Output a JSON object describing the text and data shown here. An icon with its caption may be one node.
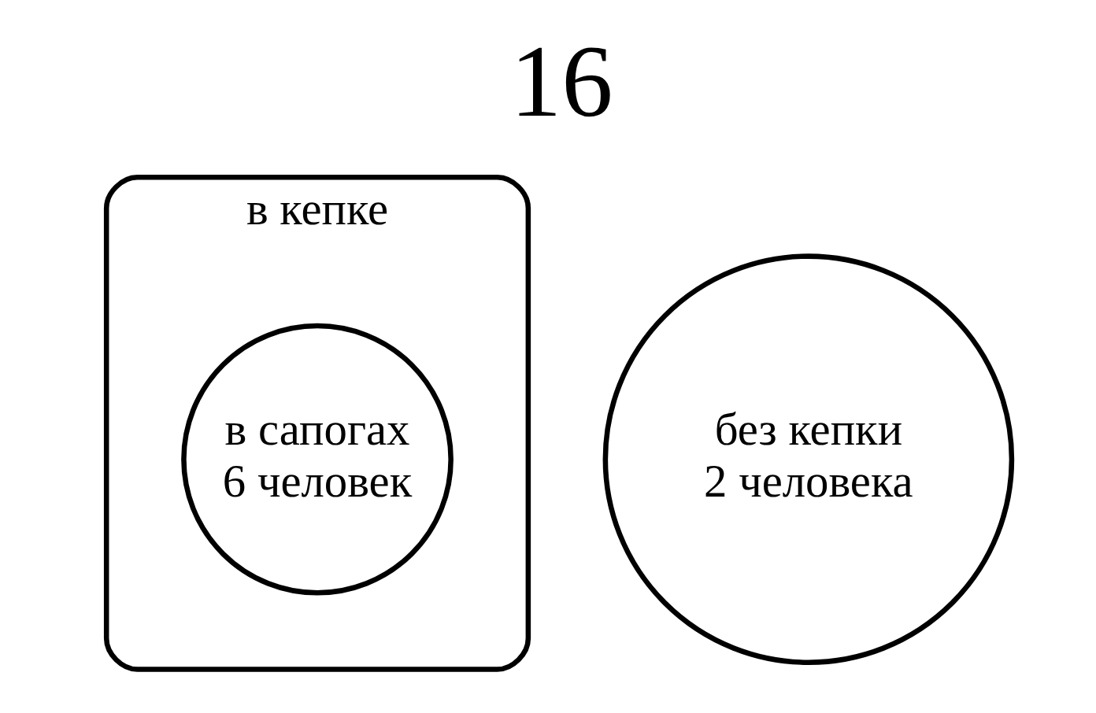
{
  "diagram": {
    "nodes": [
      {
        "text": [
          "в кепке"
        ]
      },
      {
        "text": [
          "в сапогах 6 человек"
        ],
        "in": 0
      },
      {
        "text": [
          "без кепки 2 человека"
        ]
      }
    ],
    "labels": [
      "16"
    ]
  }
}
